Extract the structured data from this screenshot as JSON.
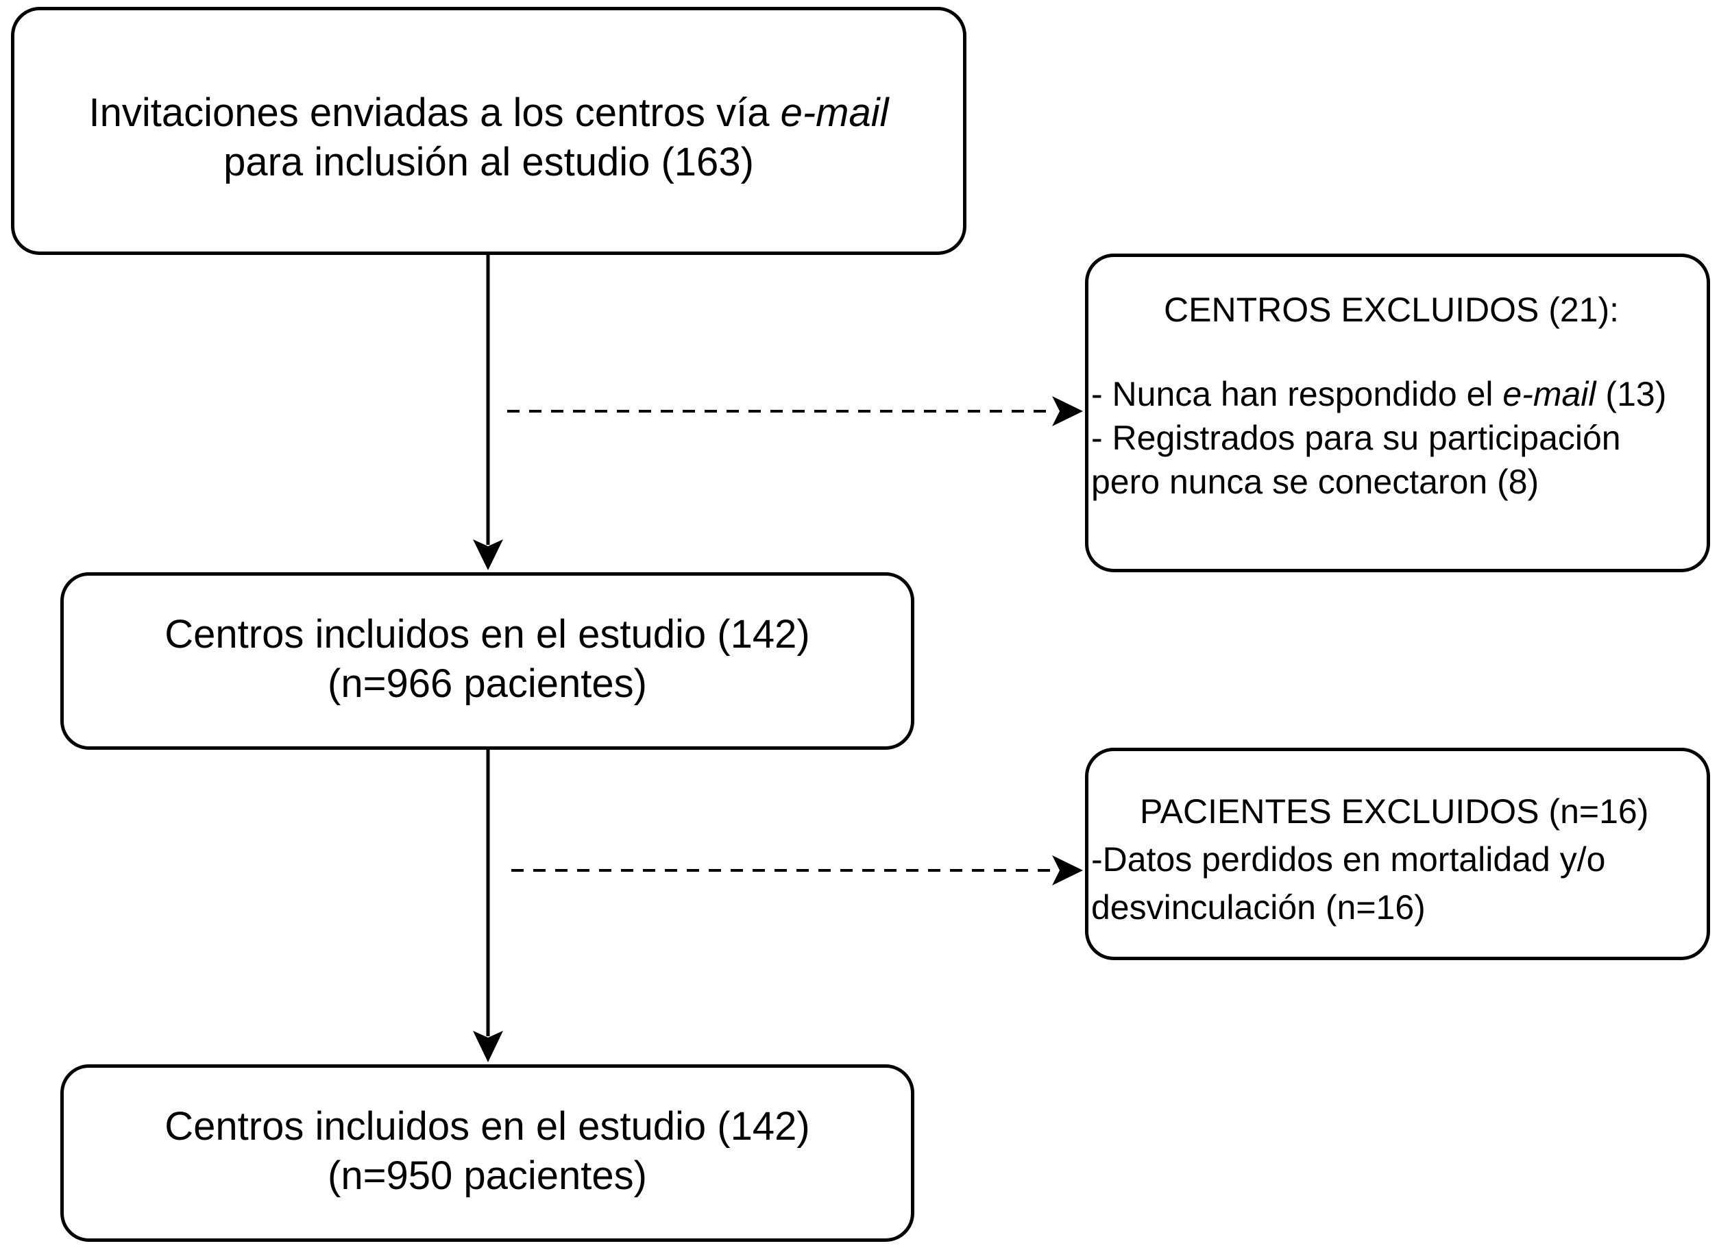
{
  "boxes": {
    "invitations": {
      "line1_prefix": "Invitaciones enviadas a los centros vía ",
      "line1_italic": "e-mail",
      "line2": "para inclusión al estudio (163)"
    },
    "included_1": {
      "line1": "Centros incluidos en el estudio (142)",
      "line2": "(n=966 pacientes)"
    },
    "included_2": {
      "line1": "Centros incluidos en el estudio (142)",
      "line2": "(n=950 pacientes)"
    },
    "centros_excluidos": {
      "title": "CENTROS EXCLUIDOS (21):",
      "item1_prefix": "- Nunca han respondido el ",
      "item1_italic": "e-mail",
      "item1_suffix": " (13)",
      "item2_line1": "- Registrados para su participación",
      "item2_line2": "pero nunca se conectaron (8)"
    },
    "pacientes_excluidos": {
      "title": "PACIENTES EXCLUIDOS (n=16)",
      "item1_line1": "-Datos perdidos en mortalidad y/o",
      "item1_line2": "desvinculación (n=16)"
    }
  },
  "colors": {
    "stroke": "#000000",
    "background": "#ffffff"
  }
}
